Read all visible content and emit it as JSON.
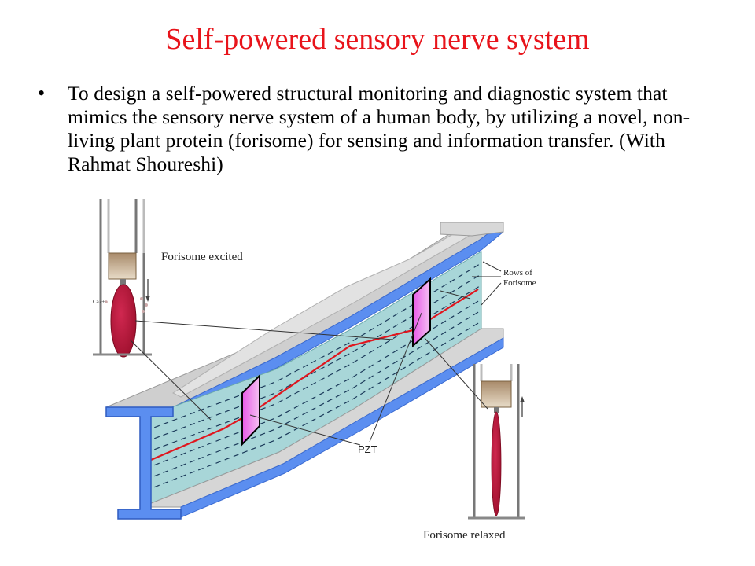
{
  "slide": {
    "title": "Self-powered sensory nerve system",
    "bullet_marker": "•",
    "bullet_text": "To design a self-powered structural monitoring and diagnostic system that mimics the sensory nerve system of a human body, by utilizing a novel, non-living plant protein (forisome) for sensing and information transfer.  (With Rahmat Shoureshi)"
  },
  "diagram": {
    "labels": {
      "forisome_excited": "Forisome excited",
      "rows_of_forisome_line1": "Rows of",
      "rows_of_forisome_line2": "Forisome",
      "pzt": "PZT",
      "forisome_relaxed": "Forisome relaxed",
      "ion_label": "Ca2+"
    },
    "colors": {
      "title": "#e8141b",
      "beam_top": "#c8c8c8",
      "beam_edge_blue": "#5b8ef0",
      "web_teal": "#a8d6d8",
      "nerve_red": "#e0161e",
      "pzt_magenta": "#e05be0",
      "forisome_red": "#c0173a",
      "piston_brown": "#b89a7a"
    }
  }
}
